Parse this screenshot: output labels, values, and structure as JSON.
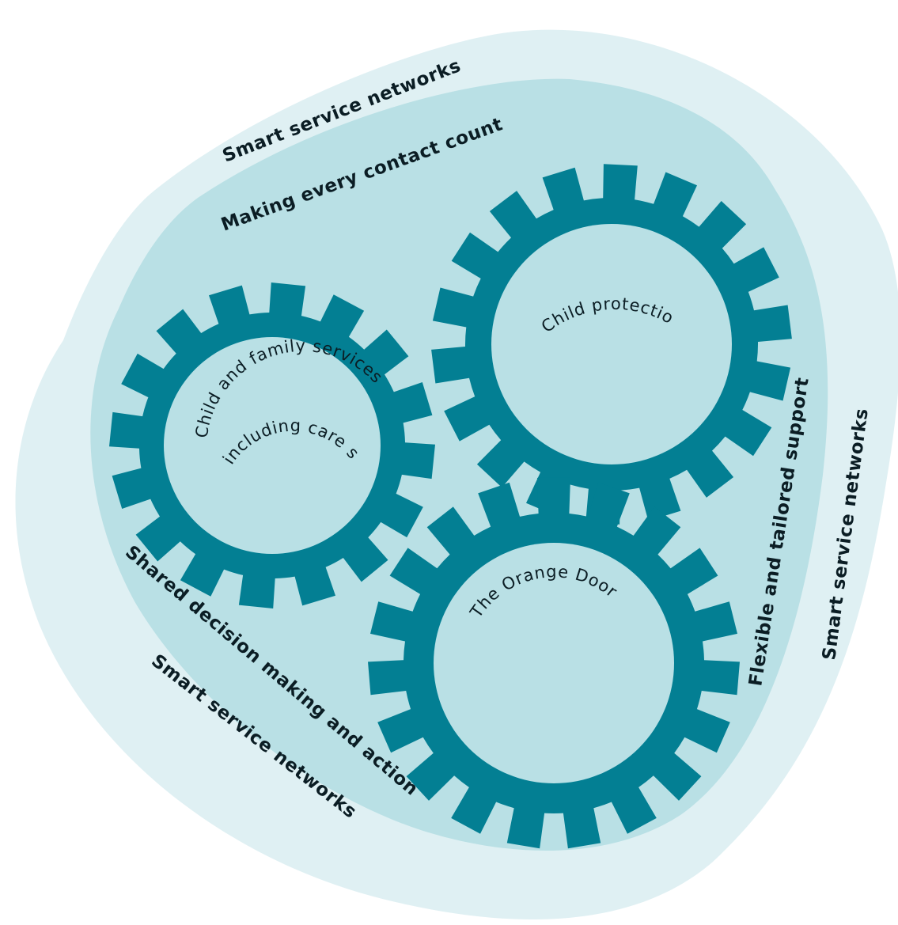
{
  "colors": {
    "outer_band": "#dff0f3",
    "inner_band": "#b9e0e5",
    "gear": "#037f93",
    "gear_center": "#b9e0e5",
    "text": "#0b1d24"
  },
  "outer_labels": {
    "top": "Smart service networks",
    "right": "Smart service networks",
    "bottom_left": "Smart service networks"
  },
  "inner_labels": {
    "top": "Making every contact count",
    "right": "Flexible and tailored support",
    "left": "Shared decision making and action"
  },
  "gears": {
    "left": {
      "line1": "Child and family services",
      "line2": "including care services"
    },
    "top_right": {
      "label": "Child protection and ACAC*"
    },
    "bottom": {
      "label": "The Orange Door"
    }
  }
}
